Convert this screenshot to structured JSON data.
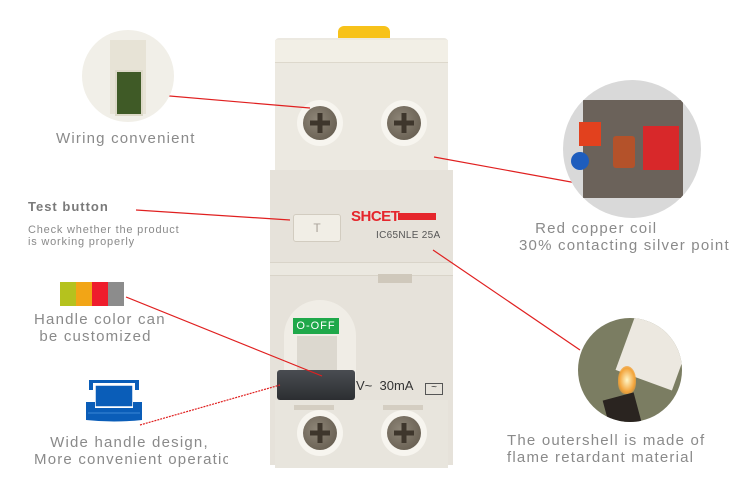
{
  "product": {
    "brand": "SHCET",
    "model": "IC65NLE 25A",
    "switch_label": "O-OFF",
    "rating": "V~  30mA",
    "wave_symbol": "~",
    "test_button_glyph": "T"
  },
  "features": {
    "wiring": {
      "label": "Wiring convenient"
    },
    "test_button": {
      "title": "Test button",
      "desc": "Check whether the product\nis working properly"
    },
    "handle_color": {
      "label": "Handle color can\n be customized",
      "swatches": [
        "#b5c21e",
        "#f2a516",
        "#ee1d2c",
        "#8c8c8c"
      ]
    },
    "wide_handle": {
      "label": "   Wide handle design,\nMore convenient operatic"
    },
    "copper_coil": {
      "label": "   Red copper coil\n30% contacting silver point"
    },
    "flame": {
      "label": "The outershell is made of\nflame retardant material"
    }
  },
  "colors": {
    "leader_line": "#e02020",
    "text_gray": "#8a8a8a",
    "brand_red": "#e5262c",
    "switch_green": "#1fa84a",
    "icon_blue": "#0a5db8",
    "latch_yellow": "#f7c21a"
  }
}
